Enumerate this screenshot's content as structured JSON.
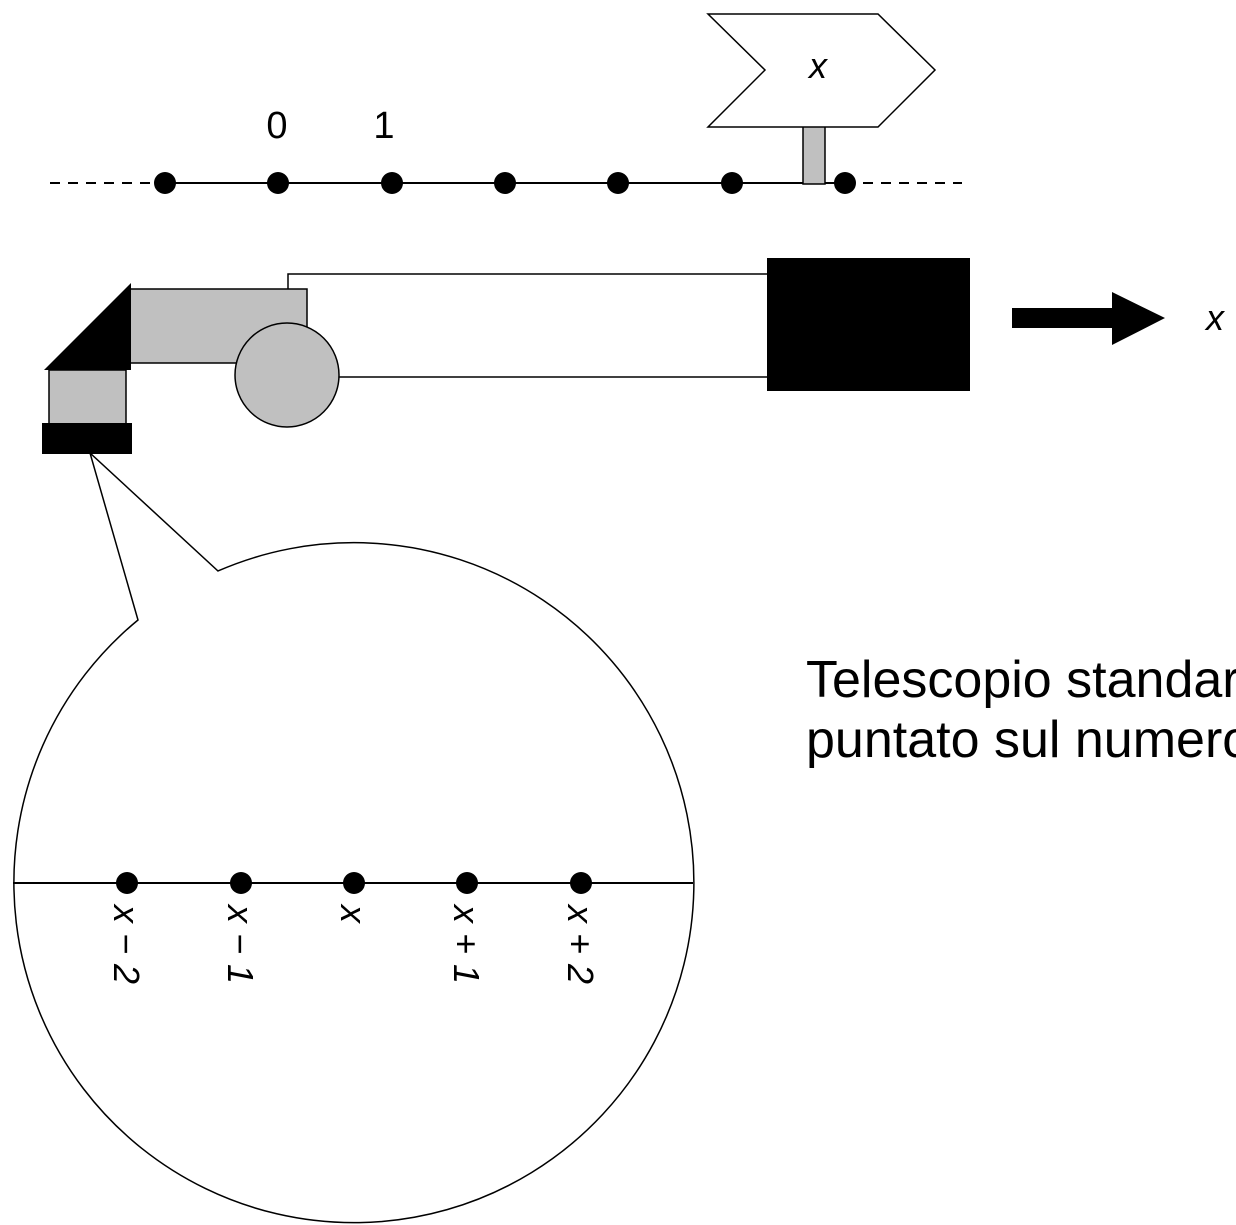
{
  "number_line": {
    "tick_labels": [
      "0",
      "1"
    ],
    "sign_label": "x"
  },
  "direction": {
    "label": "x"
  },
  "zoom_view": {
    "point_labels": {
      "x_minus_2": "x − 2",
      "x_minus_1": "x − 1",
      "x": "x",
      "x_plus_1": "x + 1",
      "x_plus_2": "x + 2"
    }
  },
  "caption": {
    "line1": "Telescopio standard",
    "line2": "puntato sul numero x"
  },
  "colors": {
    "stroke": "#000000",
    "tube_gray": "#c0c0c0",
    "dark": "#000000",
    "background": "#ffffff"
  }
}
